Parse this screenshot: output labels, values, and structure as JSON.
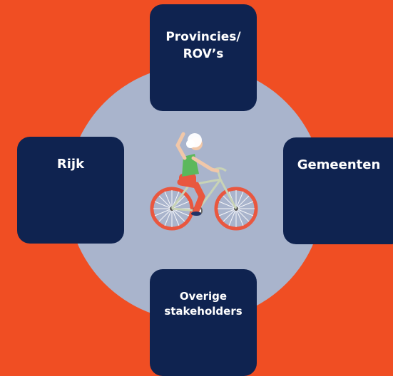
{
  "diagram": {
    "center_illustration": "cyclist",
    "nodes": {
      "top": {
        "line1": "Provincies/",
        "line2": "ROV’s"
      },
      "left": {
        "label": "Rijk"
      },
      "right": {
        "label": "Gemeenten"
      },
      "bottom": {
        "line1": "Overige",
        "line2": "stakeholders"
      }
    },
    "colors": {
      "background": "#f04e23",
      "circle": "#a9b4cc",
      "box": "#0f2350",
      "text": "#ffffff"
    }
  }
}
